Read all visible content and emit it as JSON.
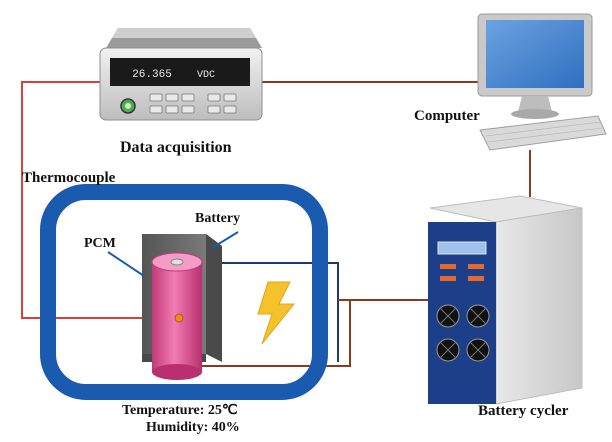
{
  "labels": {
    "data_acquisition": "Data acquisition",
    "computer": "Computer",
    "thermocouple": "Thermocouple",
    "battery": "Battery",
    "pcm": "PCM",
    "battery_cycler": "Battery cycler",
    "temperature": "Temperature: 25℃",
    "humidity": "Humidity: 40%"
  },
  "instrument": {
    "display_value": "26.365",
    "display_unit": "VDC"
  },
  "colors": {
    "wire_red": "#d9403a",
    "wire_brown": "#8b3a1e",
    "wire_navy": "#1f3a73",
    "chamber_blue": "#1a5bb0",
    "cycler_blue": "#1d3f8a",
    "battery_pink": "#e2589a",
    "pcm_grey": "#6b6b6b",
    "bolt_yellow": "#f4c22b",
    "probe_orange": "#f08a1c"
  }
}
